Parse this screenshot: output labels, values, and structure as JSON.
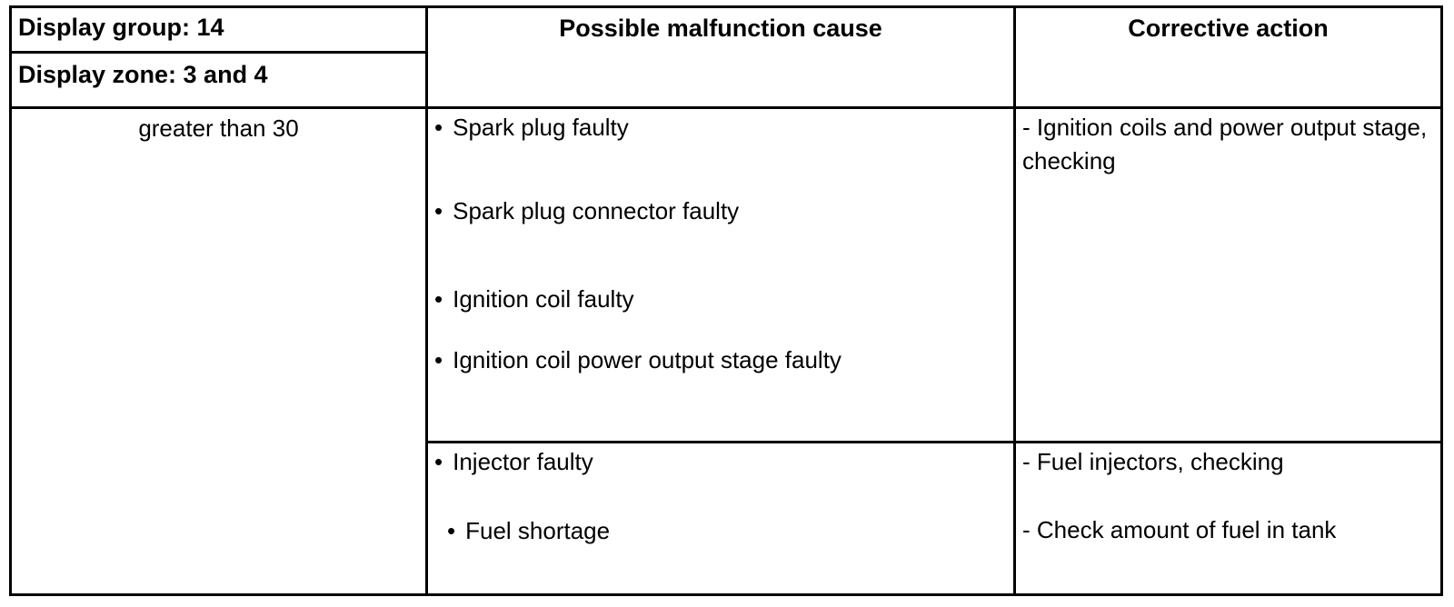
{
  "glyphs": {
    "bullet": "•"
  },
  "header": {
    "display_group": "Display group: 14",
    "display_zone": "Display zone: 3 and 4",
    "cause_column_title": "Possible malfunction cause",
    "action_column_title": "Corrective action"
  },
  "body": {
    "condition": "greater than 30",
    "section1": {
      "causes": [
        "Spark plug faulty",
        "Spark plug connector faulty",
        "Ignition coil faulty",
        "Ignition coil power output stage faulty"
      ],
      "actions": [
        "- Ignition coils and power output stage, checking"
      ]
    },
    "section2": {
      "causes": [
        "Injector faulty",
        "Fuel shortage"
      ],
      "actions": [
        "- Fuel injectors, checking",
        "- Check amount of fuel in tank"
      ]
    }
  },
  "colors": {
    "border": "#000000",
    "text": "#000000",
    "background": "#ffffff"
  }
}
